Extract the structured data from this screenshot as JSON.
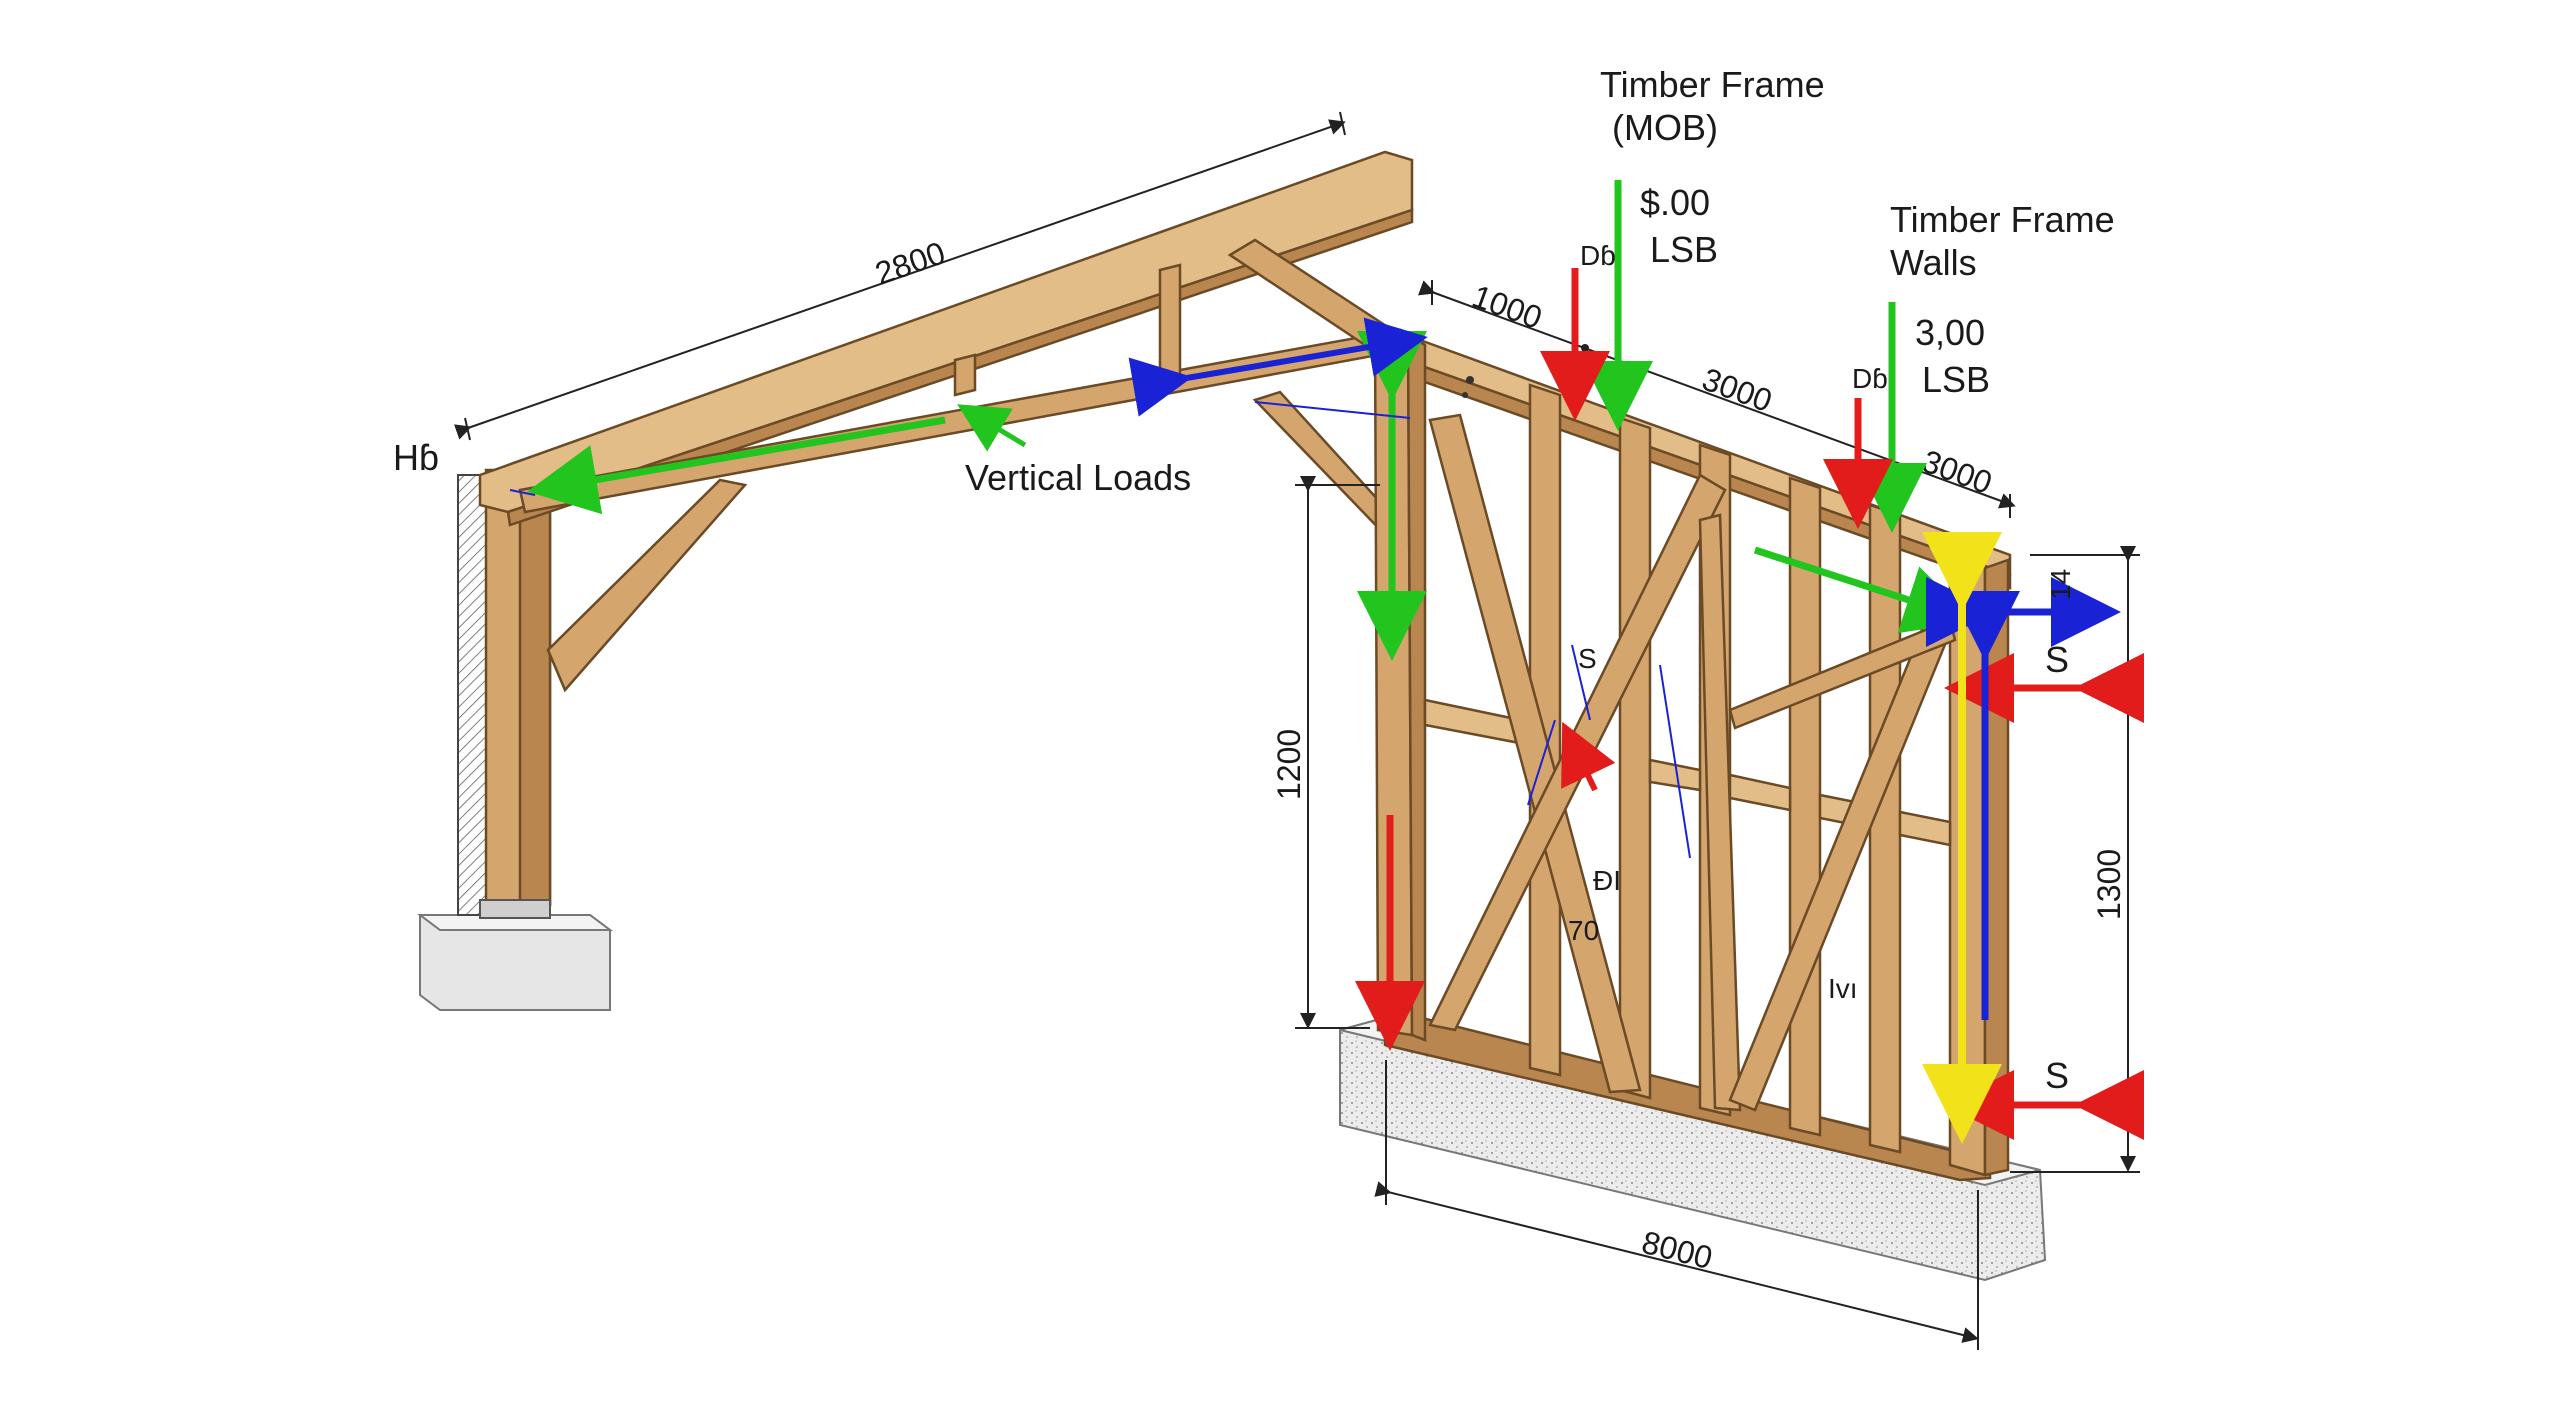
{
  "labels": {
    "top_title_line1": "Timber Frame",
    "top_title_line2": "(MOB)",
    "load1_value": "$.00",
    "load1_unit": "LSB",
    "right_title_line1": "Timber Frame",
    "right_title_line2": "Walls",
    "load2_value": "3,00",
    "load2_unit": "LSB",
    "d_label_1": "Dɓ",
    "d_label_2": "Dɓ",
    "vertical_loads": "Vertical Loads",
    "h_label": "Hɓ",
    "s_top": "S",
    "s_bottom": "S",
    "s_mid": "S",
    "num_14": "14",
    "num_70": "70",
    "m_label": "ƉΙ",
    "iv_label": "Ivı"
  },
  "dimensions": {
    "rafter_length": "2800",
    "top_seg_1": "1000",
    "top_seg_2": "3000",
    "top_seg_3": "3000",
    "left_height": "1200",
    "right_height": "1300",
    "bottom_length": "8000"
  },
  "colors": {
    "wood": "#d4a66e",
    "green_arrow": "#22c41e",
    "red_arrow": "#e21b1b",
    "blue_arrow": "#1a22d6",
    "yellow_arrow": "#f2e21a"
  }
}
